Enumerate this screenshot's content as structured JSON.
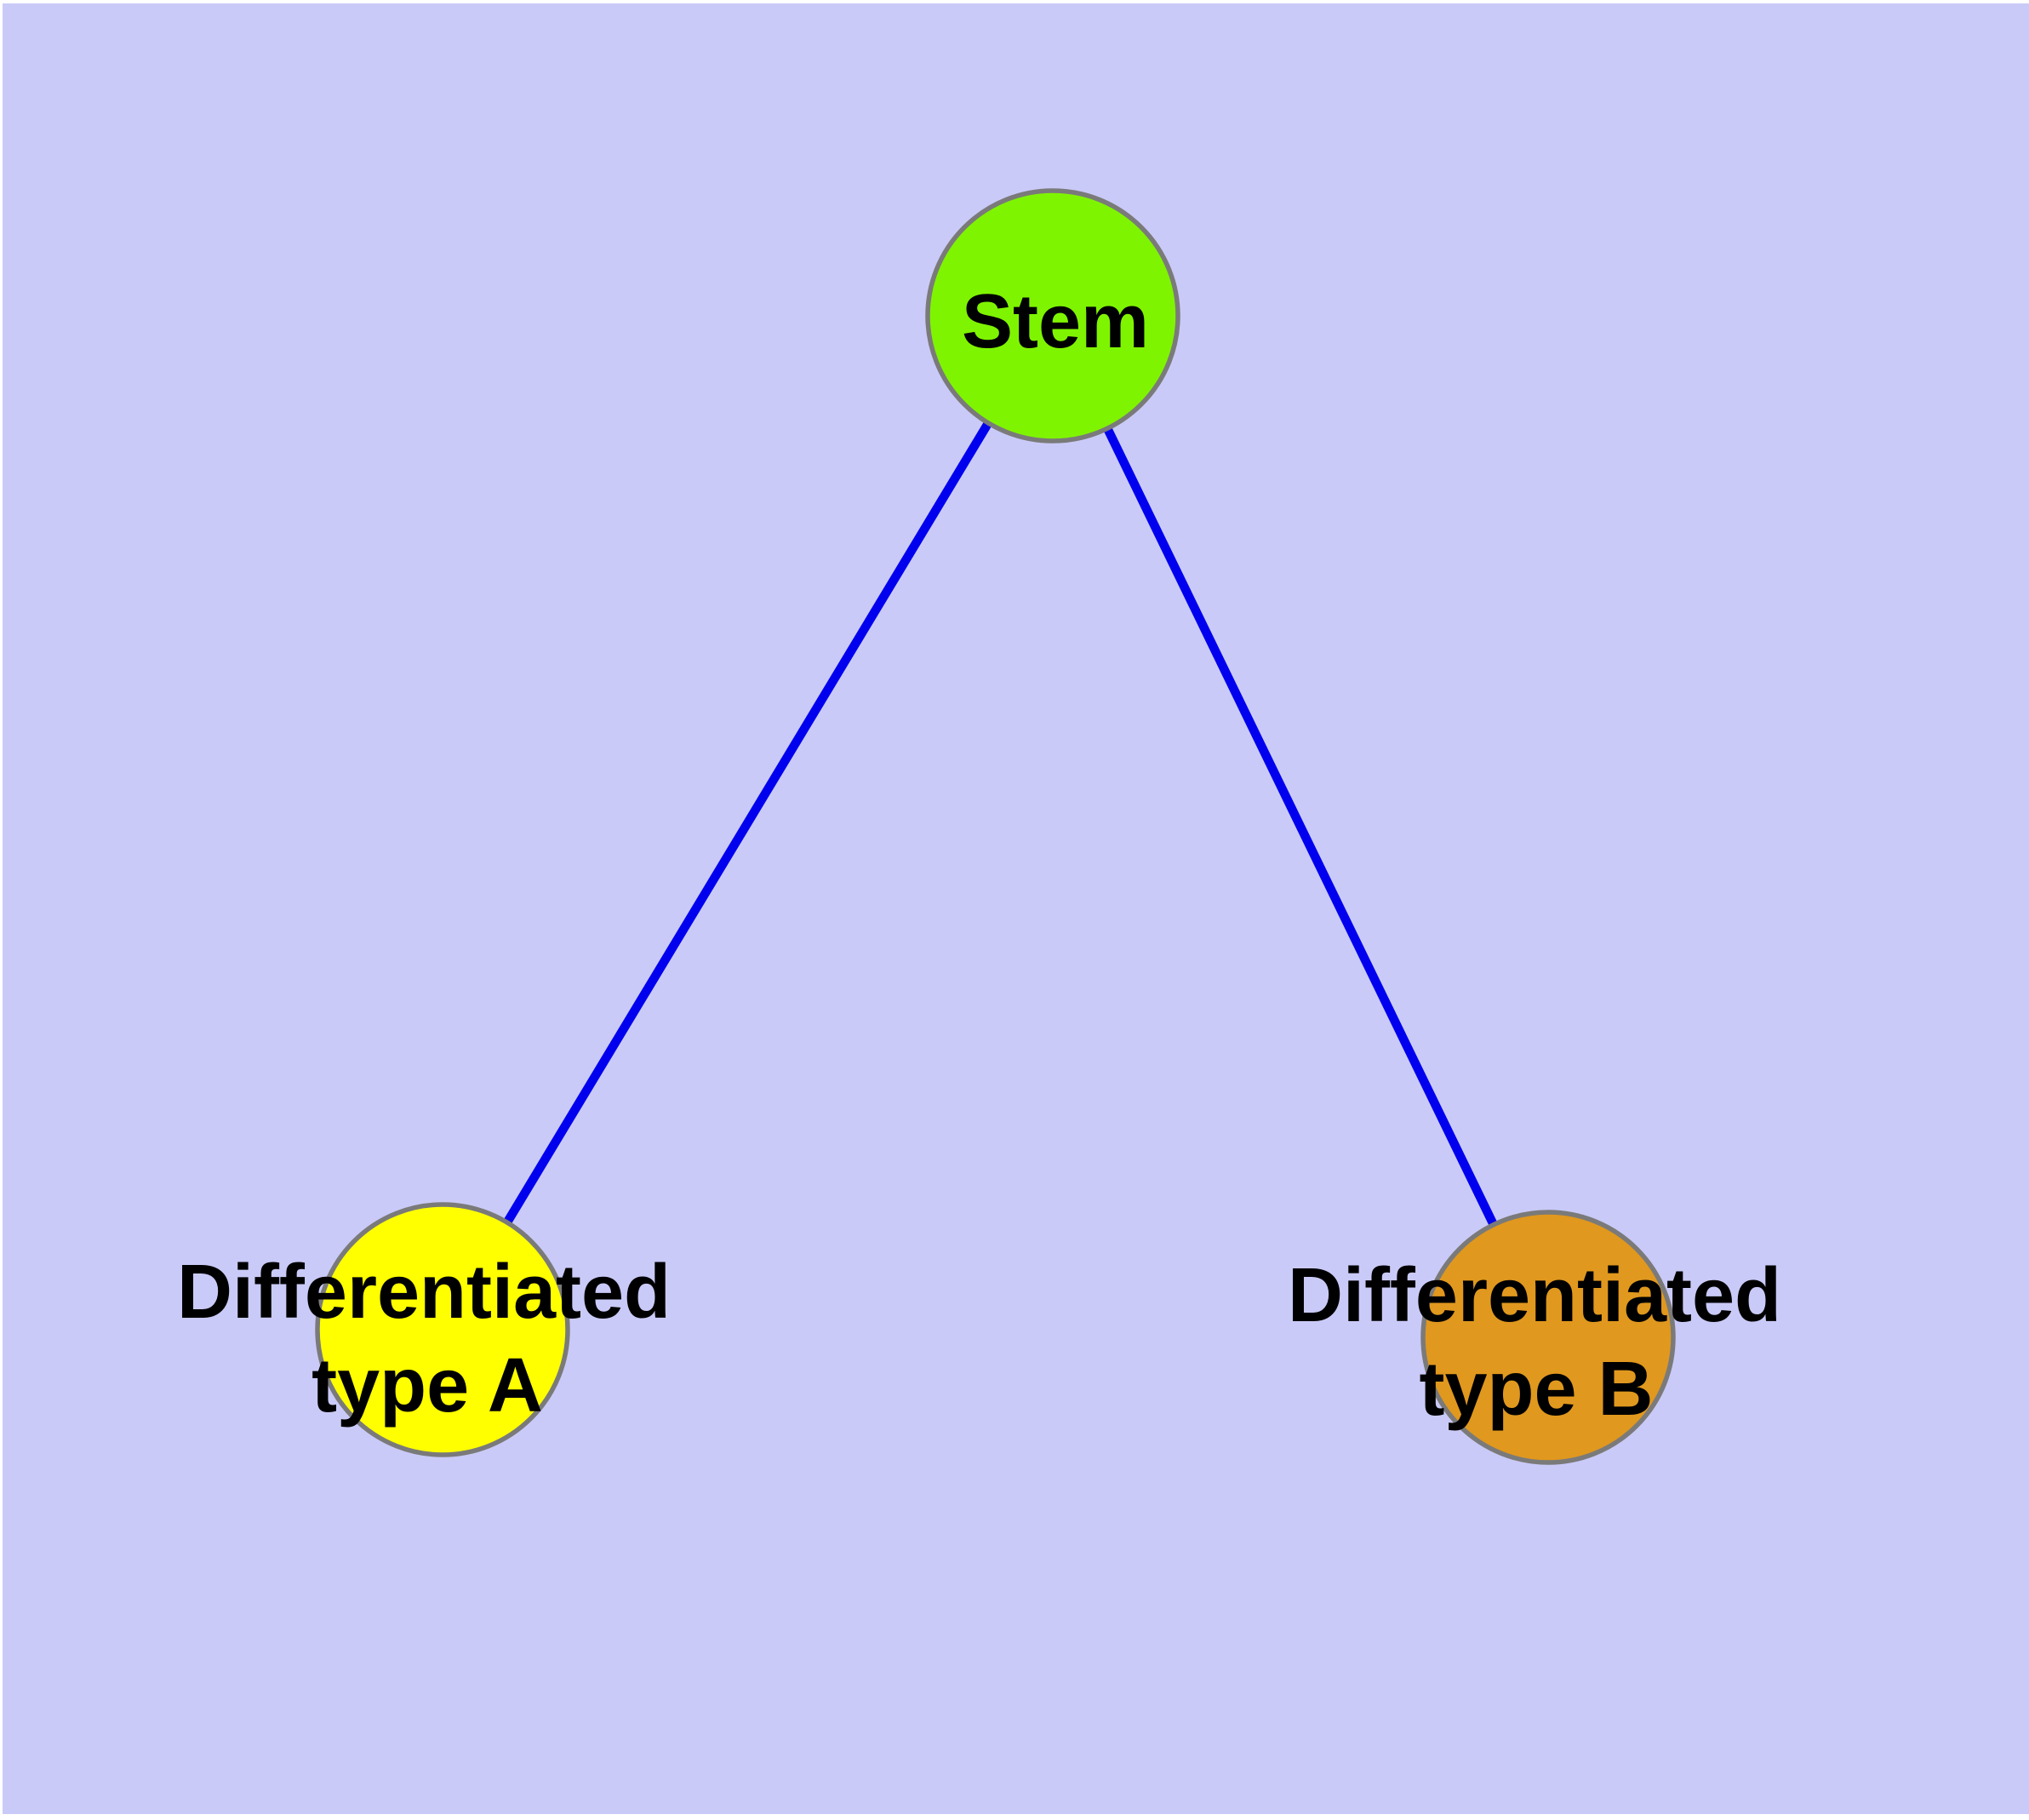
{
  "diagram": {
    "type": "node-link-graph",
    "background_color": "#CACAF8",
    "page_margin_color": "#FFFFFF",
    "edge_color": "#0000EE",
    "node_border_color": "#7A7A7A",
    "label_color": "#000000",
    "nodes": {
      "stem": {
        "label": "Stem",
        "color": "#7FF400"
      },
      "type_a": {
        "label": "Differentiated type A",
        "label_lines": [
          "Differentiated",
          "type A"
        ],
        "color": "#FFFF00"
      },
      "type_b": {
        "label": "Differentiated type B",
        "label_lines": [
          "Differentiated",
          "type B"
        ],
        "color": "#E0981E"
      }
    },
    "edges": [
      {
        "from": "Stem",
        "to": "Differentiated type A"
      },
      {
        "from": "Stem",
        "to": "Differentiated type B"
      }
    ]
  }
}
